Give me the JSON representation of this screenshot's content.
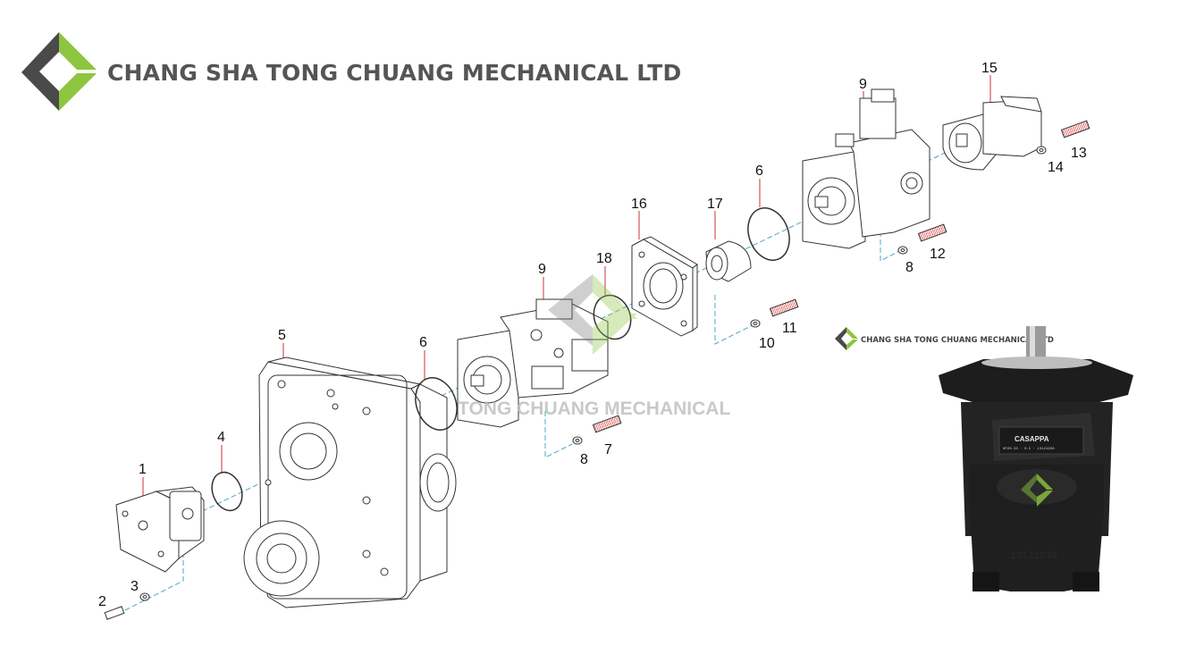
{
  "header": {
    "company_name": "CHANG SHA TONG CHUANG MECHANICAL LTD"
  },
  "watermark": {
    "text": "TONG CHUANG MECHANICAL"
  },
  "photo": {
    "company_name": "CHANG SHA TONG CHUANG MECHANICAL LTD",
    "brand_label": "CASAPPA",
    "serial_stamp": "13121938"
  },
  "callouts": [
    {
      "id": "c1",
      "label": "1"
    },
    {
      "id": "c2",
      "label": "2"
    },
    {
      "id": "c3",
      "label": "3"
    },
    {
      "id": "c4",
      "label": "4"
    },
    {
      "id": "c5",
      "label": "5"
    },
    {
      "id": "c6a",
      "label": "6"
    },
    {
      "id": "c6b",
      "label": "6"
    },
    {
      "id": "c7",
      "label": "7"
    },
    {
      "id": "c8a",
      "label": "8"
    },
    {
      "id": "c8b",
      "label": "8"
    },
    {
      "id": "c9a",
      "label": "9"
    },
    {
      "id": "c9b",
      "label": "9"
    },
    {
      "id": "c10",
      "label": "10"
    },
    {
      "id": "c11",
      "label": "11"
    },
    {
      "id": "c12",
      "label": "12"
    },
    {
      "id": "c13",
      "label": "13"
    },
    {
      "id": "c14",
      "label": "14"
    },
    {
      "id": "c15",
      "label": "15"
    },
    {
      "id": "c16",
      "label": "16"
    },
    {
      "id": "c17",
      "label": "17"
    },
    {
      "id": "c18",
      "label": "18"
    }
  ],
  "colors": {
    "logo_green": "#8cc63f",
    "logo_gray": "#4a4a4a",
    "leader_line": "#4aa8c4",
    "bolt_thread": "#e05a5a"
  }
}
